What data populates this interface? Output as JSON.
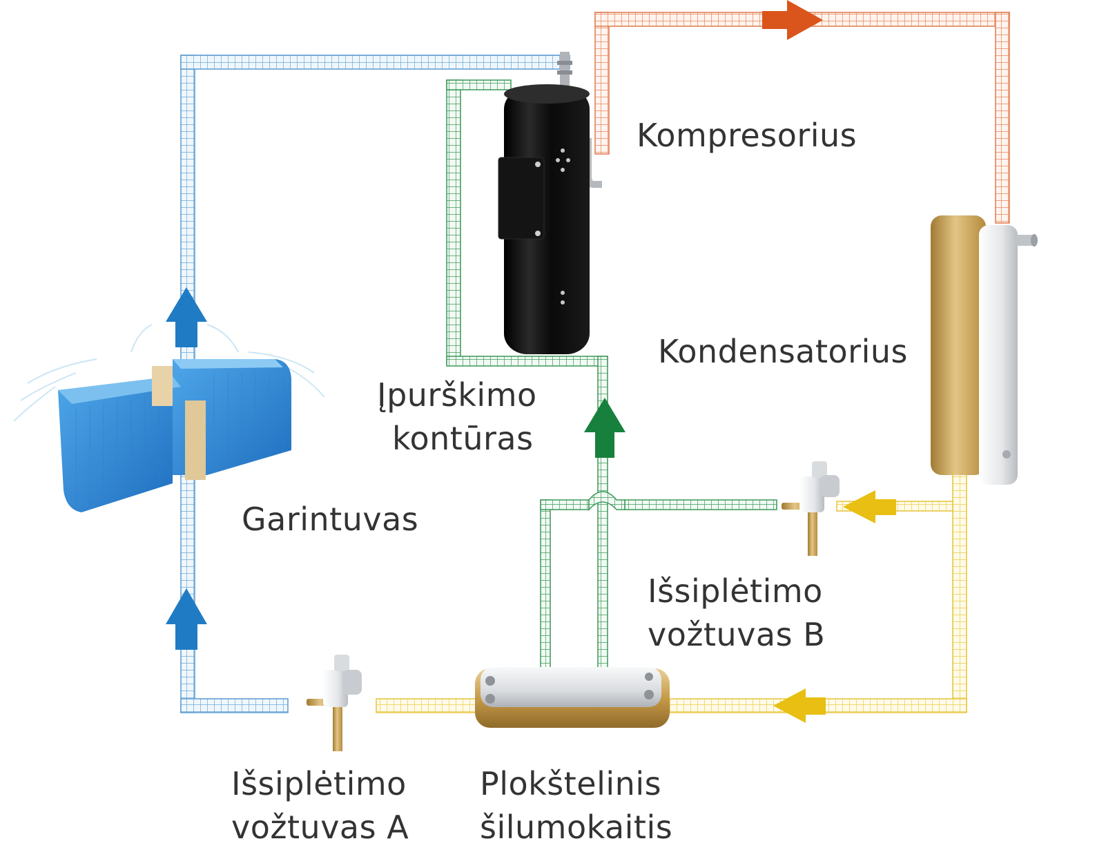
{
  "labels": {
    "compressor": "Kompresorius",
    "condenser": "Kondensatorius",
    "injection_line1": "Įpurškimo",
    "injection_line2": "kontūras",
    "evaporator": "Garintuvas",
    "valve_b_line1": "Išsiplėtimo",
    "valve_b_line2": "vožtuvas B",
    "valve_a_line1": "Išsiplėtimo",
    "valve_a_line2": "vožtuvas A",
    "plate_hx_line1": "Plokštelinis",
    "plate_hx_line2": "šilumokaitis"
  },
  "colors": {
    "hot_gas": "#e0501c",
    "evaporator_line": "#4a90c8",
    "injection_line": "#2e8b4a",
    "liquid_line": "#e8c020",
    "flow_arrow_blue": "#1f7cc4",
    "flow_arrow_green": "#17803d",
    "flow_arrow_yellow": "#e8bf12",
    "flow_arrow_orange": "#d9551c",
    "brass": "#c8a050"
  },
  "icons": {
    "compressor": "compressor-icon",
    "condenser": "plate-condenser-icon",
    "evaporator": "evaporator-icon",
    "valve_a": "expansion-valve-icon",
    "valve_b": "expansion-valve-icon",
    "plate_hx": "plate-heat-exchanger-icon"
  }
}
